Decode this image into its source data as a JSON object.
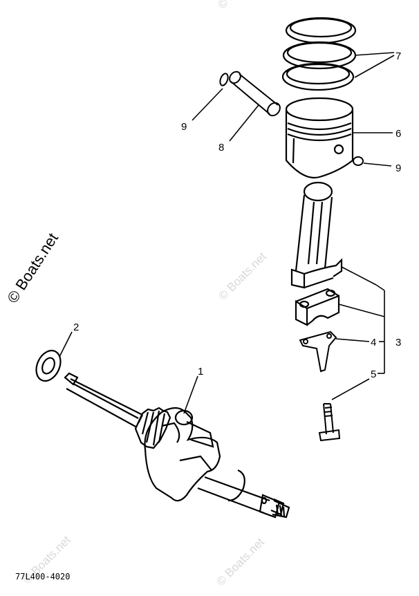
{
  "diagram": {
    "callouts": {
      "c1": "1",
      "c2": "2",
      "c3": "3",
      "c4": "4",
      "c5": "5",
      "c6": "6",
      "c7": "7",
      "c8": "8",
      "c9_left": "9",
      "c9_right": "9"
    },
    "part_code": "77L400-4020",
    "watermark": "© Boats.net",
    "colors": {
      "line": "#000000",
      "watermark_faint": "#d8d8d8",
      "background": "#ffffff"
    }
  }
}
